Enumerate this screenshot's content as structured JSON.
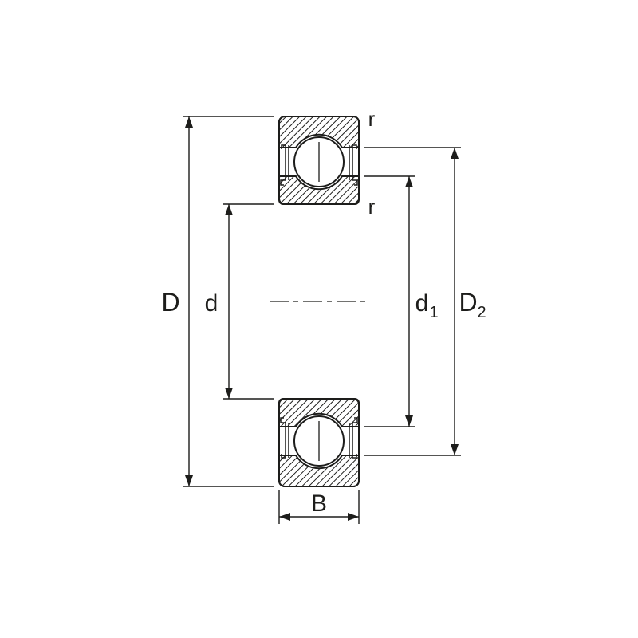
{
  "figure": {
    "type": "bearing-cross-section-dimension-drawing",
    "background_color": "#ffffff",
    "line_color": "#1d1d1b"
  },
  "labels": {
    "outer_diameter": "D",
    "bore_diameter": "d",
    "recess_diameter_base": "d",
    "recess_diameter_sub": "1",
    "shoulder_diameter_base": "D",
    "shoulder_diameter_sub": "2",
    "width": "B",
    "chamfer_outer": "r",
    "chamfer_inner": "r"
  }
}
